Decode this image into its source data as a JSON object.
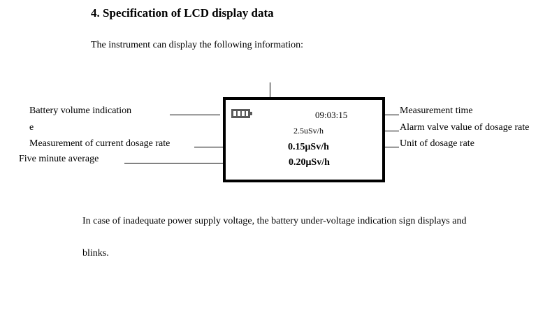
{
  "heading": "4. Specification of LCD display data",
  "intro": "The instrument can display the following information:",
  "left_labels": {
    "battery": "Battery volume indication",
    "fragment": "e",
    "current_rate": "Measurement of current dosage rate",
    "average": "Five minute average"
  },
  "right_labels": {
    "time": "Measurement time",
    "alarm": "Alarm valve value of dosage rate",
    "unit": "Unit of dosage rate"
  },
  "lcd": {
    "time": "09:03:15",
    "alarm_value": "2.5uSv/h",
    "current_rate": "0.15μSv/h",
    "average_rate": "0.20μSv/h",
    "battery_icon": "battery-full-icon",
    "battery_bars": 4
  },
  "paragraph": {
    "line1": "In case of inadequate power supply voltage, the battery under-voltage indication sign displays and",
    "line2": "blinks."
  }
}
